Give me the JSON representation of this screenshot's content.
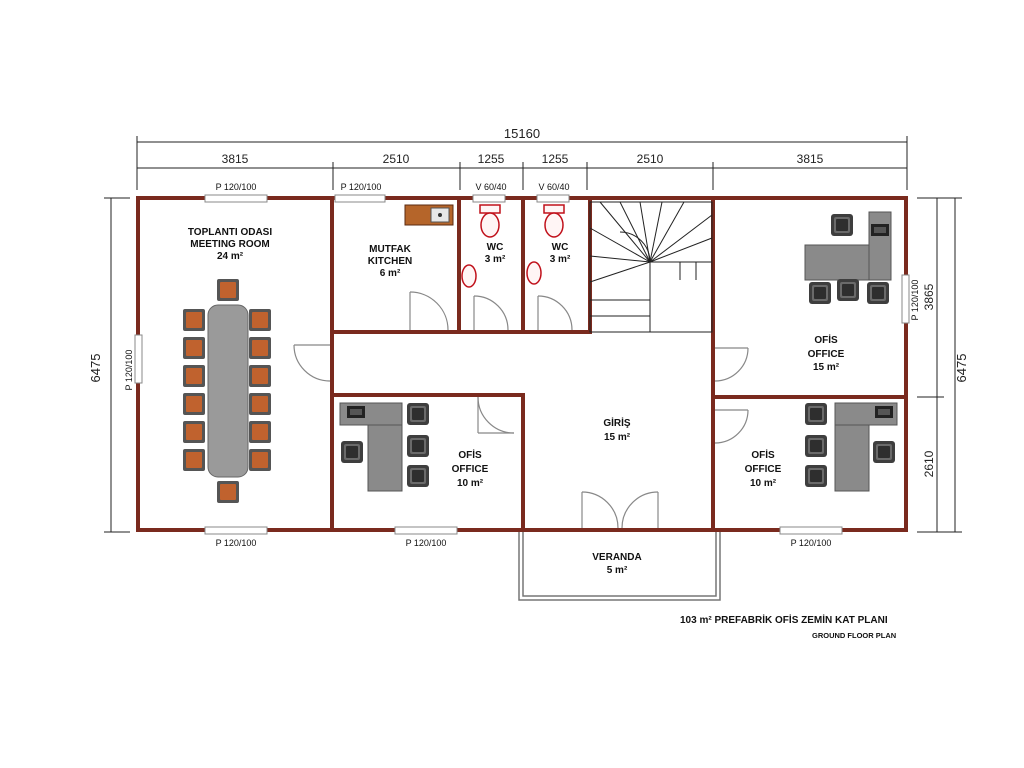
{
  "overall_width": "15160",
  "top_dimensions": [
    "3815",
    "2510",
    "1255",
    "1255",
    "2510",
    "3815"
  ],
  "left_dimension": "6475",
  "right_dimensions": {
    "total": "6475",
    "upper": "3865",
    "lower": "2610"
  },
  "windows": {
    "w_meeting_top": "P 120/100",
    "w_kitchen_top": "P 120/100",
    "w_wc1_top": "V 60/40",
    "w_wc2_top": "V 60/40",
    "w_left": "P 120/100",
    "w_right": "P 120/100",
    "w_bottom_left": "P 120/100",
    "w_bottom_mid": "P 120/100",
    "w_bottom_right": "P 120/100"
  },
  "rooms": {
    "meeting": {
      "line1": "TOPLANTI ODASI",
      "line2": "MEETING ROOM",
      "area": "24 m²"
    },
    "kitchen": {
      "line1": "MUTFAK",
      "line2": "KITCHEN",
      "area": "6 m²"
    },
    "wc1": {
      "line1": "WC",
      "area": "3 m²"
    },
    "wc2": {
      "line1": "WC",
      "area": "3 m²"
    },
    "office_tr": {
      "line1": "OFİS",
      "line2": "OFFICE",
      "area": "15 m²"
    },
    "office_bl": {
      "line1": "OFİS",
      "line2": "OFFICE",
      "area": "10 m²"
    },
    "entrance": {
      "line1": "GİRİŞ",
      "area": "15 m²"
    },
    "office_br": {
      "line1": "OFİS",
      "line2": "OFFICE",
      "area": "10 m²"
    },
    "veranda": {
      "line1": "VERANDA",
      "area": "5 m²"
    }
  },
  "plan_title": "103  m² PREFABRİK OFİS ZEMİN KAT PLANI",
  "plan_subtitle": "GROUND FLOOR PLAN",
  "colors": {
    "wall": "#7a2a1e",
    "chair": "#4a4a4a",
    "table": "#9a9a9a",
    "sanitary": "#c0101a",
    "kitchen_counter": "#b5652a"
  }
}
